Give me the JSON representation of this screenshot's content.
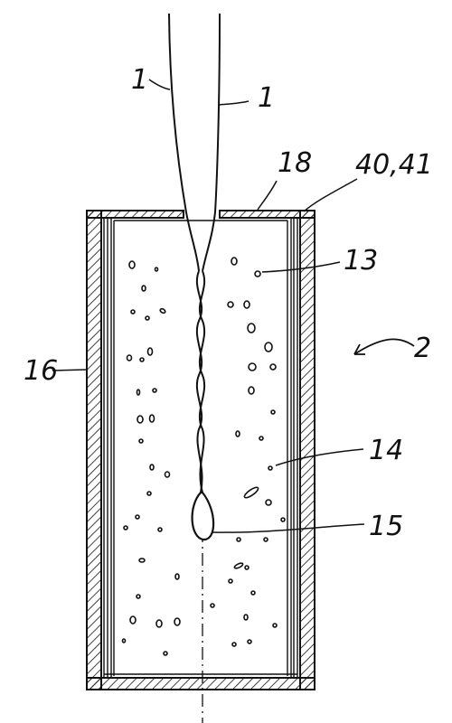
{
  "figure": {
    "labels": {
      "fiber": "1",
      "cover": "18",
      "wall_ref": "40,41",
      "bubble": "13",
      "device": "2",
      "housing": "16",
      "liquid": "14",
      "drop": "15"
    }
  },
  "colors": {
    "ink": "#111111",
    "background": "#ffffff"
  }
}
